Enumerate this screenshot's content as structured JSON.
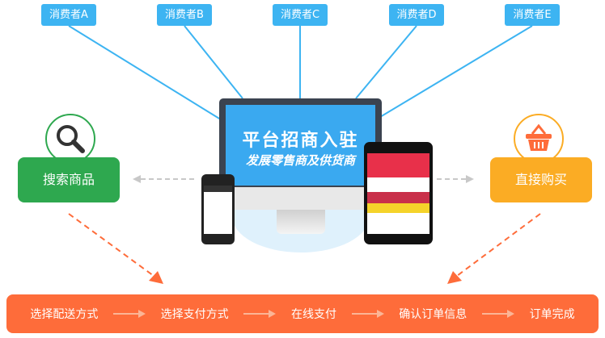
{
  "consumers": [
    "消费者A",
    "消费者B",
    "消费者C",
    "消费者D",
    "消费者E"
  ],
  "monitor": {
    "title": "平台招商入驻",
    "subtitle": "发展零售商及供货商"
  },
  "left_action": {
    "label": "搜索商品",
    "icon": "search-icon",
    "color": "#2ea84f"
  },
  "right_action": {
    "label": "直接购买",
    "icon": "basket-icon",
    "color": "#fbac24"
  },
  "steps": [
    "选择配送方式",
    "选择支付方式",
    "在线支付",
    "确认订单信息",
    "订单完成"
  ],
  "colors": {
    "consumer": "#3db4f2",
    "bar": "#fe6c3a",
    "screen": "#3aa9f0"
  }
}
